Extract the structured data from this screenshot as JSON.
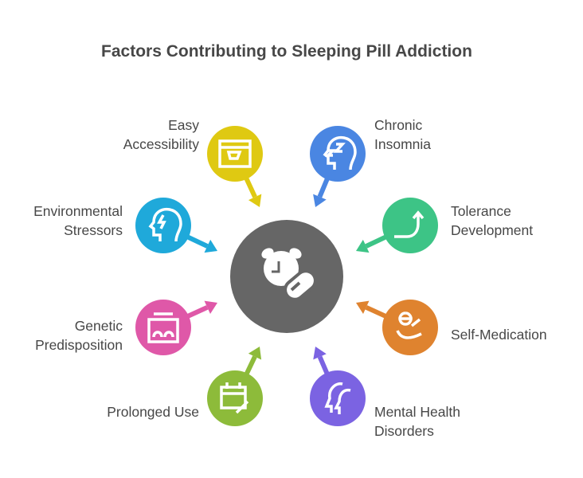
{
  "title": "Factors Contributing to Sleeping Pill Addiction",
  "center": {
    "icon": "alarm-clock-pill-icon",
    "color": "#666666"
  },
  "factors": [
    {
      "label_line1": "Easy",
      "label_line2": "Accessibility",
      "icon": "online-shop-cart-icon",
      "color": "#DFC912"
    },
    {
      "label_line1": "Chronic",
      "label_line2": "Insomnia",
      "icon": "sleeping-head-icon",
      "color": "#4A86E2"
    },
    {
      "label_line1": "Environmental",
      "label_line2": "Stressors",
      "icon": "stressed-head-icon",
      "color": "#1FA9DA"
    },
    {
      "label_line1": "Tolerance",
      "label_line2": "Development",
      "icon": "rising-curve-icon",
      "color": "#3DC486"
    },
    {
      "label_line1": "Genetic",
      "label_line2": "Predisposition",
      "icon": "family-jar-icon",
      "color": "#DF58A8"
    },
    {
      "label_line1": "Self-Medication",
      "label_line2": "",
      "icon": "hand-pills-icon",
      "color": "#DF832F"
    },
    {
      "label_line1": "Prolonged Use",
      "label_line2": "",
      "icon": "calendar-edit-icon",
      "color": "#8DBB3A"
    },
    {
      "label_line1": "Mental Health",
      "label_line2": "Disorders",
      "icon": "heads-profile-icon",
      "color": "#7B63E2"
    }
  ]
}
